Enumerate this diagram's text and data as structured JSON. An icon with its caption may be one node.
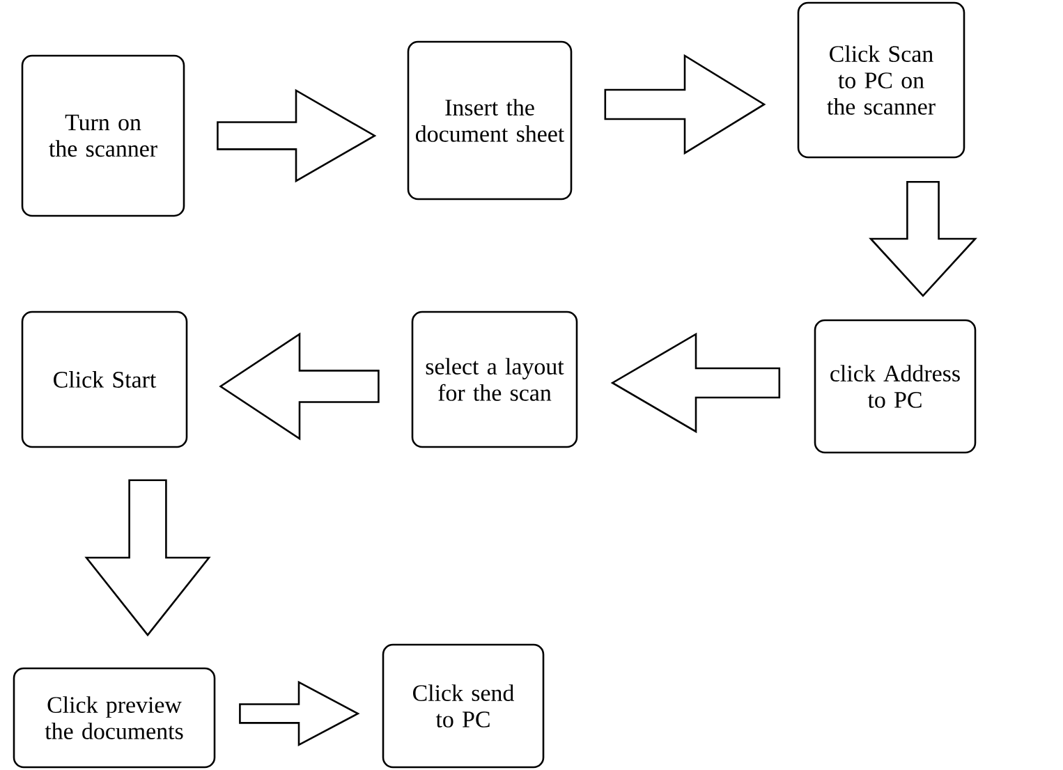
{
  "diagram": {
    "nodes": [
      {
        "text": [
          "Turn on the scanner"
        ]
      },
      {
        "text": [
          "Insert the document sheet"
        ]
      },
      {
        "text": [
          "Click Scan to PC on the scanner"
        ]
      },
      {
        "text": [
          "click Address to PC"
        ]
      },
      {
        "text": [
          "select a layout for the scan"
        ]
      },
      {
        "text": [
          "Click Start"
        ]
      },
      {
        "text": [
          "Click preview the documents"
        ]
      },
      {
        "text": [
          "Click send to PC"
        ]
      }
    ],
    "edges": [
      {
        "from": 0,
        "to": 1,
        "arrow": "to"
      },
      {
        "from": 1,
        "to": 2,
        "arrow": "to"
      },
      {
        "from": 2,
        "to": 3,
        "arrow": "to"
      },
      {
        "from": 3,
        "to": 4,
        "arrow": "to"
      },
      {
        "from": 4,
        "to": 5,
        "arrow": "to"
      },
      {
        "from": 5,
        "to": 6,
        "arrow": "to"
      },
      {
        "from": 6,
        "to": 7,
        "arrow": "to"
      }
    ]
  }
}
